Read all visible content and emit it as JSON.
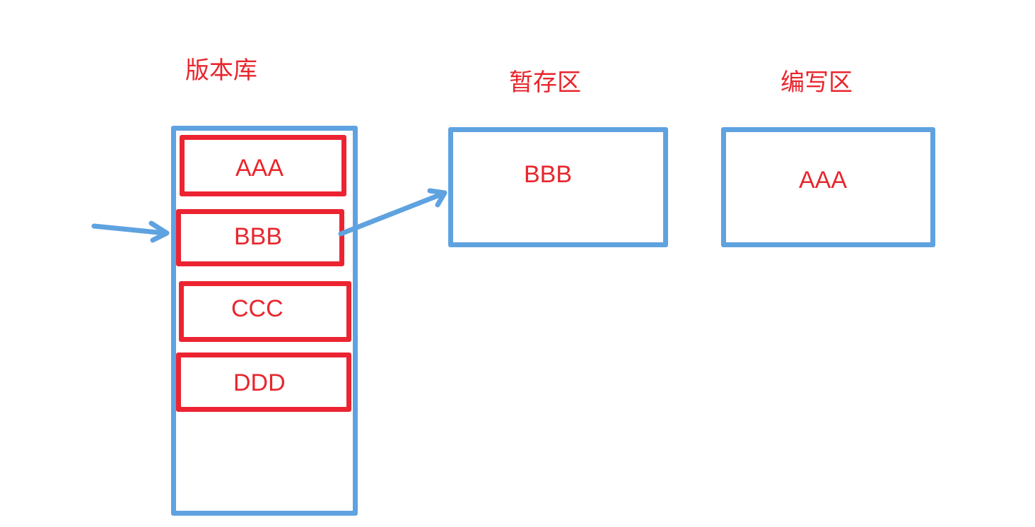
{
  "colors": {
    "container_border": "#5fa2e0",
    "item_border": "#ec2432",
    "text": "#e8262d",
    "arrow": "#5fa2e0"
  },
  "repository": {
    "title": "版本库",
    "items": [
      "AAA",
      "BBB",
      "CCC",
      "DDD"
    ]
  },
  "staging": {
    "title": "暂存区",
    "content": "BBB"
  },
  "workspace": {
    "title": "编写区",
    "content": "AAA"
  }
}
